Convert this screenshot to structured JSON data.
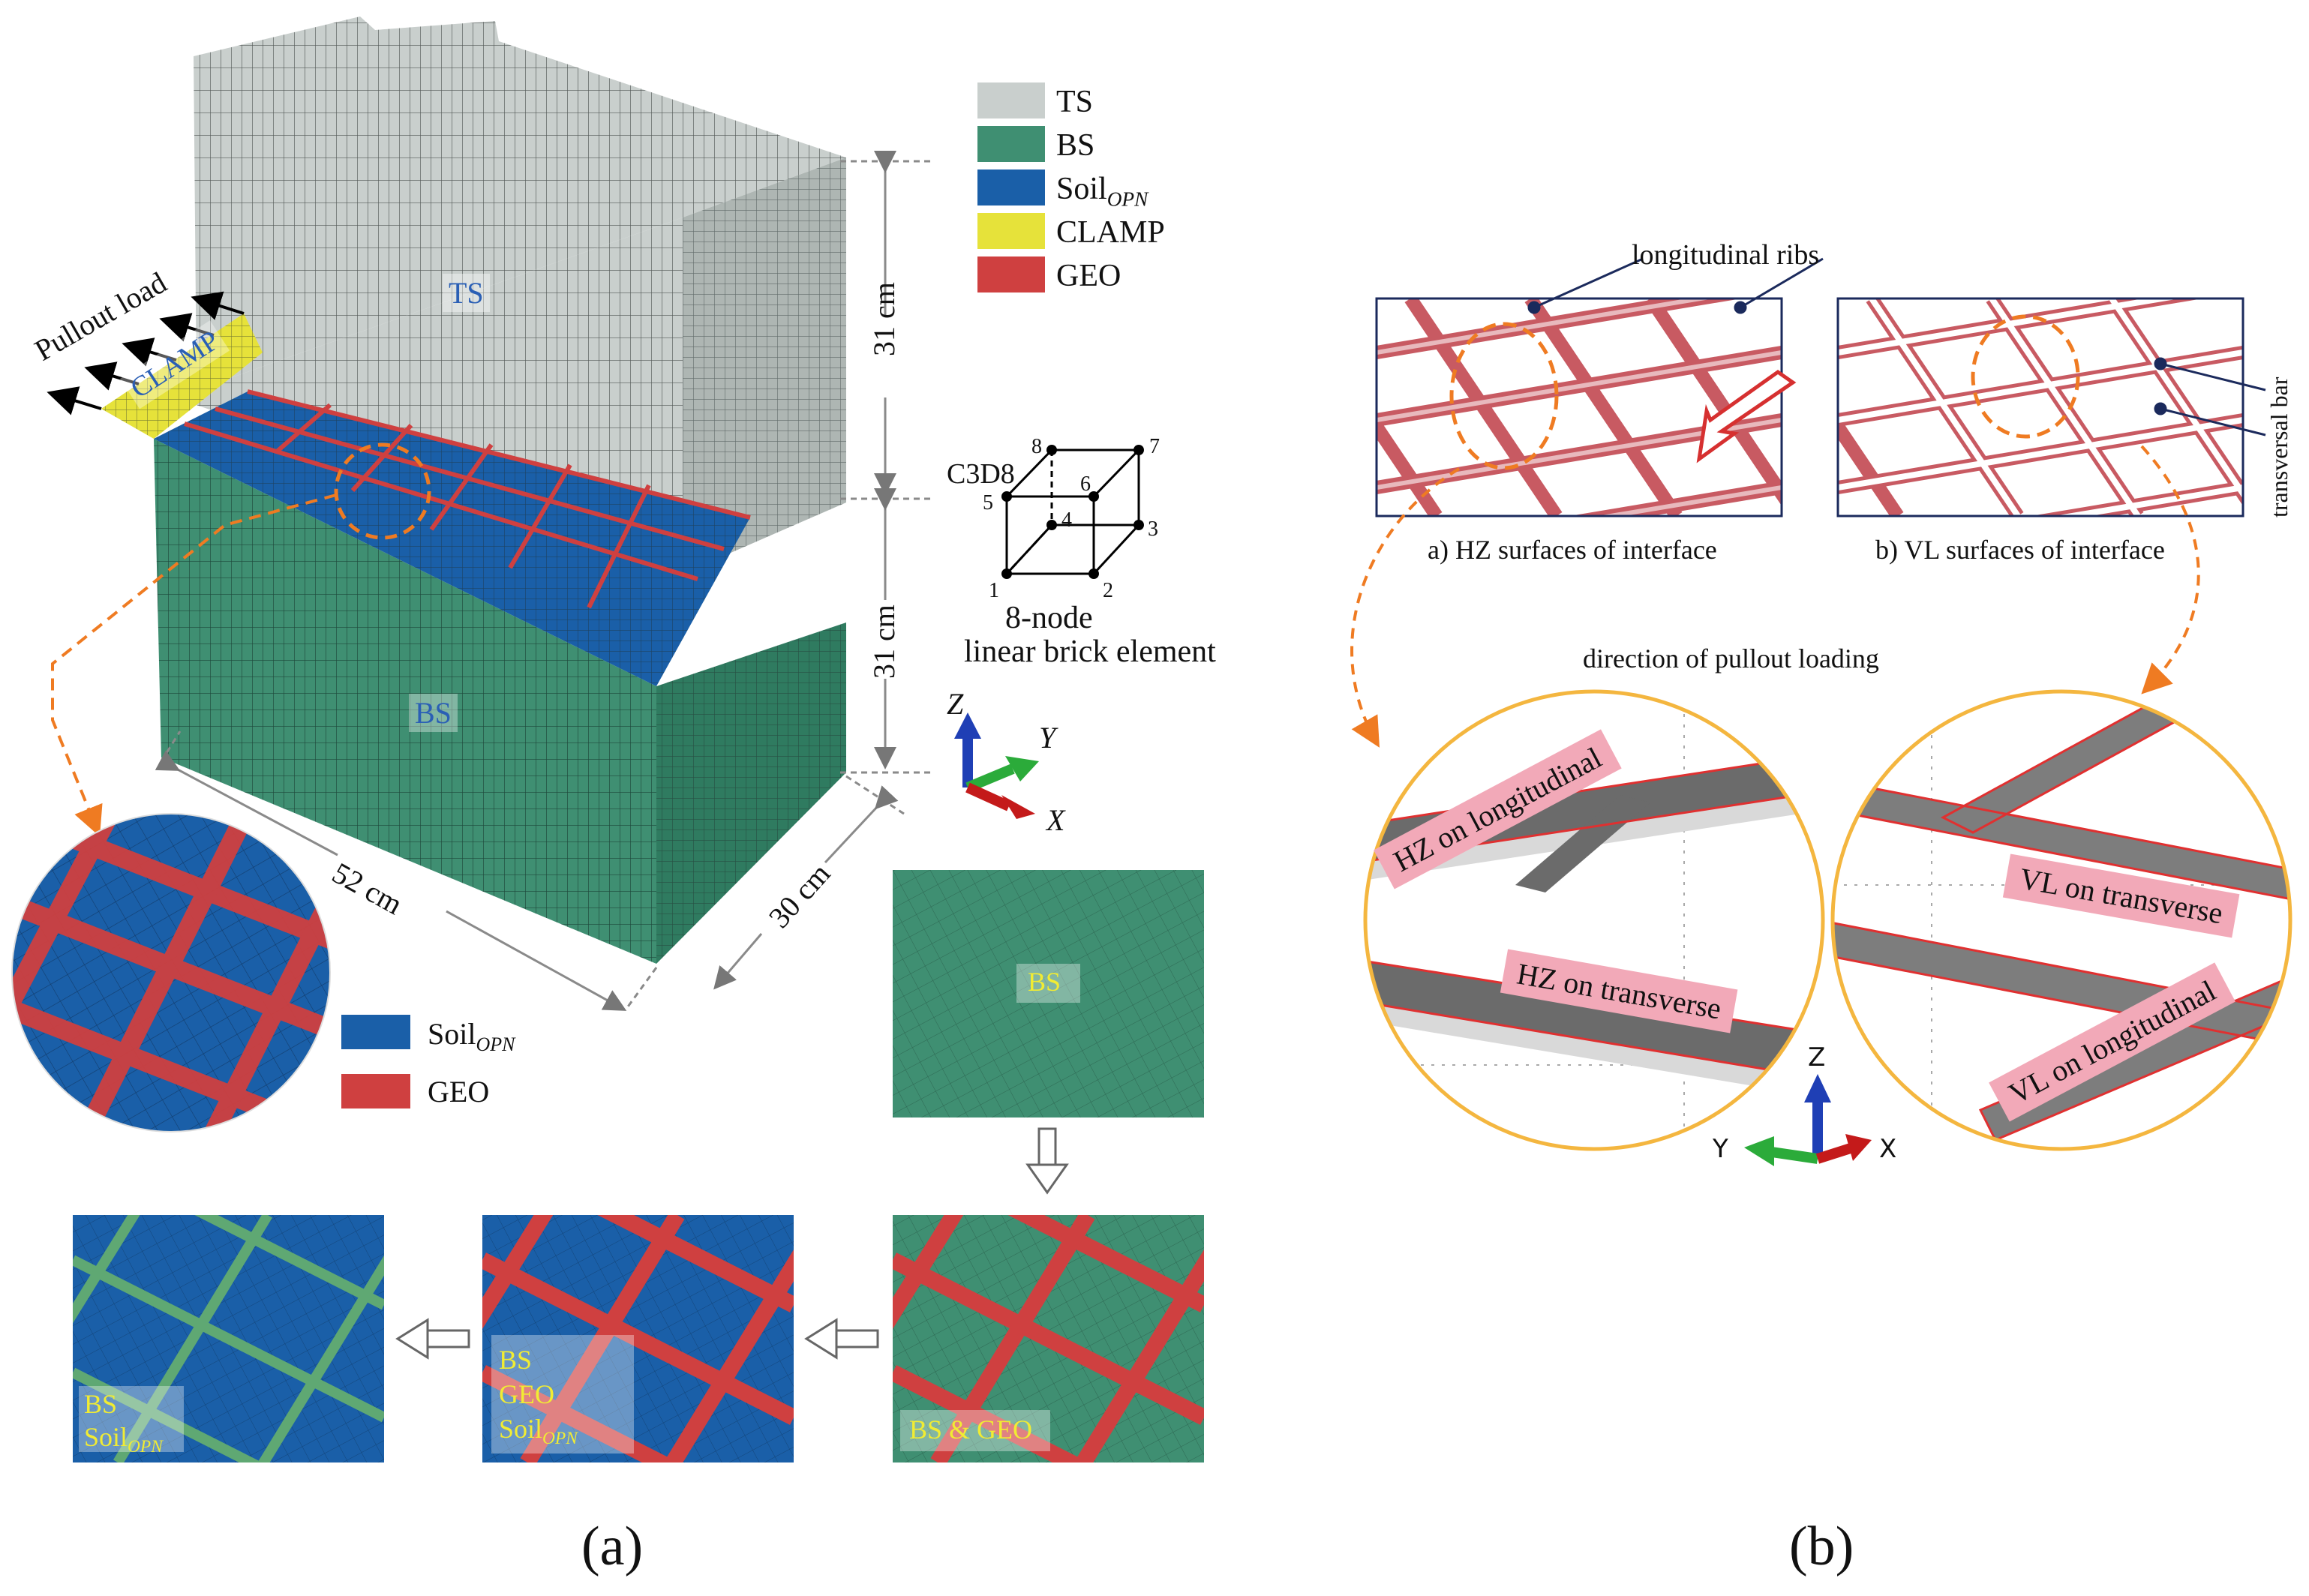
{
  "legend_top": [
    {
      "label": "TS",
      "color": "#c9cfcd"
    },
    {
      "label": "BS",
      "color": "#3f8f72"
    },
    {
      "label": "Soil",
      "sub": "OPN",
      "color": "#1a5fa8"
    },
    {
      "label": "CLAMP",
      "color": "#e6e23a"
    },
    {
      "label": "GEO",
      "color": "#cf4040"
    }
  ],
  "legend_bottom": [
    {
      "label": "Soil",
      "sub": "OPN",
      "color": "#1a5fa8"
    },
    {
      "label": "GEO",
      "color": "#cf4040"
    }
  ],
  "model": {
    "ts_label": "TS",
    "bs_label": "BS",
    "clamp_label": "CLAMP",
    "pullout_label": "Pullout load",
    "dim_height_top": "31 cm",
    "dim_height_bottom": "31 cm",
    "dim_length": "52 cm",
    "dim_width": "30 cm"
  },
  "element": {
    "name": "C3D8",
    "nodes": [
      "1",
      "2",
      "3",
      "4",
      "5",
      "6",
      "7",
      "8"
    ],
    "title": "8-node",
    "subtitle": "linear brick element"
  },
  "axes_a": {
    "z": "Z",
    "y": "Y",
    "x": "X"
  },
  "panels": {
    "bs_only": "BS",
    "bs_geo": "BS & GEO",
    "bs_geo_soil": [
      "BS",
      "GEO",
      "Soil"
    ],
    "bs_soil": [
      "BS",
      "Soil"
    ],
    "soil_sub": "OPN"
  },
  "part_b": {
    "longitudinal_ribs": "longitudinal ribs",
    "transversal_bar": "transversal bar",
    "hz_caption": "a) HZ surfaces of interface",
    "vl_caption": "b) VL surfaces of interface",
    "direction": "direction of pullout loading",
    "hz_long": "HZ on longitudinal",
    "hz_trans": "HZ on transverse",
    "vl_trans": "VL on transverse",
    "vl_long": "VL on longitudinal",
    "axes": {
      "z": "Z",
      "y": "Y",
      "x": "X"
    }
  },
  "captions": {
    "a": "(a)",
    "b": "(b)"
  },
  "colors": {
    "ts": "#c9cfcd",
    "bs": "#3f8f72",
    "soil": "#1a5fa8",
    "clamp": "#e6e23a",
    "geo": "#cf4040",
    "circle_border": "#f4b63f",
    "dashed_orange": "#ef7b22",
    "callout": "#1b2a5c"
  }
}
